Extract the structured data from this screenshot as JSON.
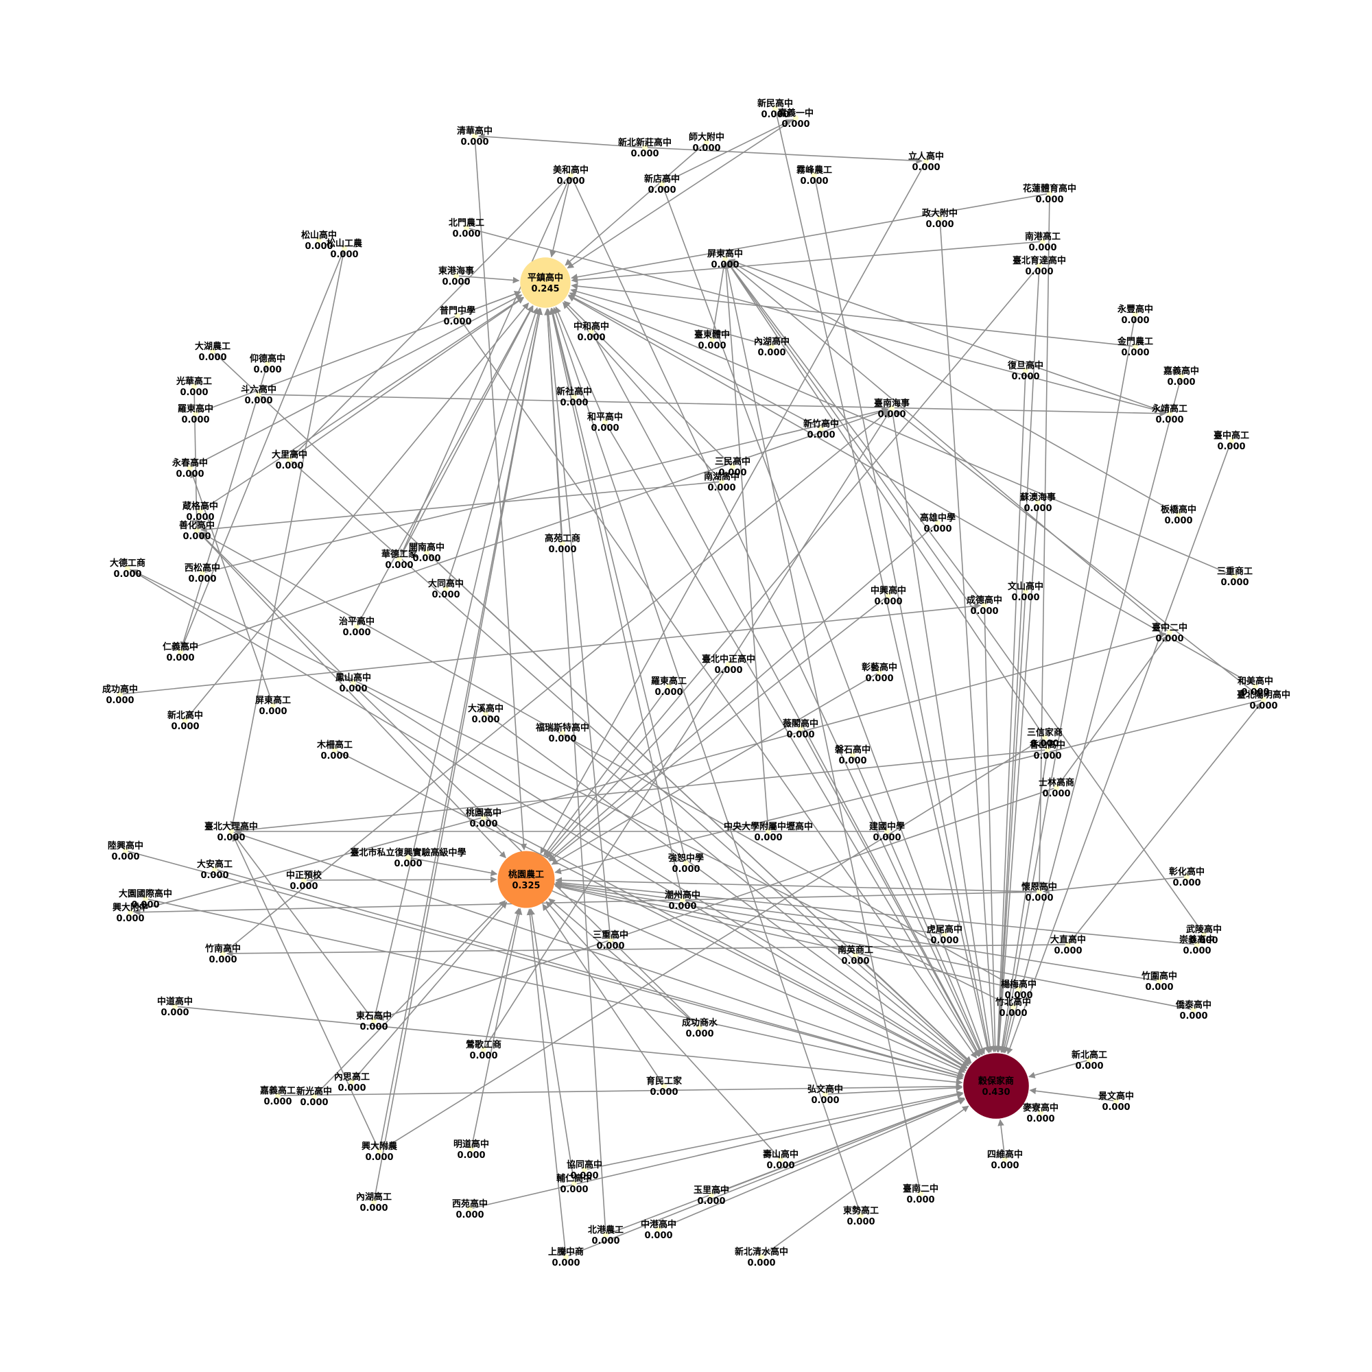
{
  "chart_data": {
    "type": "network",
    "title": "",
    "legend": "none",
    "colors": {
      "high": "#800026",
      "mid": "#fd8d3c",
      "low_mid": "#fee391",
      "zero": "#ffffcc",
      "edge": "#8c8c8c"
    },
    "nodes": [
      {
        "name": "新民高中",
        "score": "0.000"
      },
      {
        "name": "嘉義一中",
        "score": "0.000"
      },
      {
        "name": "師大附中",
        "score": "0.000"
      },
      {
        "name": "新北新莊高中",
        "score": "0.000"
      },
      {
        "name": "清華高中",
        "score": "0.000"
      },
      {
        "name": "立人高中",
        "score": "0.000"
      },
      {
        "name": "霧峰農工",
        "score": "0.000"
      },
      {
        "name": "美和高中",
        "score": "0.000"
      },
      {
        "name": "新店高中",
        "score": "0.000"
      },
      {
        "name": "花蓮體育高中",
        "score": "0.000"
      },
      {
        "name": "政大附中",
        "score": "0.000"
      },
      {
        "name": "北門農工",
        "score": "0.000"
      },
      {
        "name": "松山高中",
        "score": "0.000"
      },
      {
        "name": "松山工農",
        "score": "0.000"
      },
      {
        "name": "南港高工",
        "score": "0.000"
      },
      {
        "name": "屏東高中",
        "score": "0.000"
      },
      {
        "name": "臺北育達高中",
        "score": "0.000"
      },
      {
        "name": "東港海事",
        "score": "0.000"
      },
      {
        "name": "平鎮高中",
        "score": "0.245"
      },
      {
        "name": "普門中學",
        "score": "0.000"
      },
      {
        "name": "中和高中",
        "score": "0.000"
      },
      {
        "name": "永豐高中",
        "score": "0.000"
      },
      {
        "name": "金門農工",
        "score": "0.000"
      },
      {
        "name": "臺東體中",
        "score": "0.000"
      },
      {
        "name": "內湖高中",
        "score": "0.000"
      },
      {
        "name": "大湖農工",
        "score": "0.000"
      },
      {
        "name": "仰德高中",
        "score": "0.000"
      },
      {
        "name": "復旦高中",
        "score": "0.000"
      },
      {
        "name": "嘉義高中",
        "score": "0.000"
      },
      {
        "name": "光華高工",
        "score": "0.000"
      },
      {
        "name": "斗六高中",
        "score": "0.000"
      },
      {
        "name": "新社高中",
        "score": "0.000"
      },
      {
        "name": "臺南海事",
        "score": "0.000"
      },
      {
        "name": "羅東高中",
        "score": "0.000"
      },
      {
        "name": "和平高中",
        "score": "0.000"
      },
      {
        "name": "永靖高工",
        "score": "0.000"
      },
      {
        "name": "新竹高中",
        "score": "0.000"
      },
      {
        "name": "臺中高工",
        "score": "0.000"
      },
      {
        "name": "大里高中",
        "score": "0.000"
      },
      {
        "name": "永春高中",
        "score": "0.000"
      },
      {
        "name": "三民高中",
        "score": "0.000"
      },
      {
        "name": "南湖高中",
        "score": "0.000"
      },
      {
        "name": "蘇澳海事",
        "score": "0.000"
      },
      {
        "name": "蔵格高中",
        "score": "0.000"
      },
      {
        "name": "板橋高中",
        "score": "0.000"
      },
      {
        "name": "善化高中",
        "score": "0.000"
      },
      {
        "name": "高雄中學",
        "score": "0.000"
      },
      {
        "name": "高苑工商",
        "score": "0.000"
      },
      {
        "name": "開南高中",
        "score": "0.000"
      },
      {
        "name": "華德工家",
        "score": "0.000"
      },
      {
        "name": "大德工商",
        "score": "0.000"
      },
      {
        "name": "三重商工",
        "score": "0.000"
      },
      {
        "name": "西松高中",
        "score": "0.000"
      },
      {
        "name": "大同高中",
        "score": "0.000"
      },
      {
        "name": "文山高中",
        "score": "0.000"
      },
      {
        "name": "中興高中",
        "score": "0.000"
      },
      {
        "name": "成德高中",
        "score": "0.000"
      },
      {
        "name": "治平高中",
        "score": "0.000"
      },
      {
        "name": "臺中二中",
        "score": "0.000"
      },
      {
        "name": "仁義高中",
        "score": "0.000"
      },
      {
        "name": "臺北中正高中",
        "score": "0.000"
      },
      {
        "name": "彰藝高中",
        "score": "0.000"
      },
      {
        "name": "和美高中",
        "score": "0.000"
      },
      {
        "name": "鳳山高中",
        "score": "0.000"
      },
      {
        "name": "羅東高工",
        "score": "0.000"
      },
      {
        "name": "成功高中",
        "score": "0.000"
      },
      {
        "name": "屏東高工",
        "score": "0.000"
      },
      {
        "name": "臺北陽明高中",
        "score": "0.000"
      },
      {
        "name": "新北高中",
        "score": "0.000"
      },
      {
        "name": "大溪高中",
        "score": "0.000"
      },
      {
        "name": "薇閣高中",
        "score": "0.000"
      },
      {
        "name": "福瑞斯特高中",
        "score": "0.000"
      },
      {
        "name": "木柵高工",
        "score": "0.000"
      },
      {
        "name": "三信家商",
        "score": "0.000"
      },
      {
        "name": "香山高中",
        "score": "0.000"
      },
      {
        "name": "磐石高中",
        "score": "0.000"
      },
      {
        "name": "士林高商",
        "score": "0.000"
      },
      {
        "name": "桃園高中",
        "score": "0.000"
      },
      {
        "name": "中央大學附屬中壢高中",
        "score": "0.000"
      },
      {
        "name": "臺北大理高中",
        "score": "0.000"
      },
      {
        "name": "建國中學",
        "score": "0.000"
      },
      {
        "name": "陸興高中",
        "score": "0.000"
      },
      {
        "name": "臺北市私立復興實驗高級中學",
        "score": "0.000"
      },
      {
        "name": "桃園農工",
        "score": "0.325"
      },
      {
        "name": "強恕中學",
        "score": "0.000"
      },
      {
        "name": "大安高工",
        "score": "0.000"
      },
      {
        "name": "中正預校",
        "score": "0.000"
      },
      {
        "name": "彰化高中",
        "score": "0.000"
      },
      {
        "name": "潮州高中",
        "score": "0.000"
      },
      {
        "name": "大園國際高中",
        "score": "0.000"
      },
      {
        "name": "懷恩高中",
        "score": "0.000"
      },
      {
        "name": "興大附中",
        "score": "0.000"
      },
      {
        "name": "三重高中",
        "score": "0.000"
      },
      {
        "name": "虎尾高中",
        "score": "0.000"
      },
      {
        "name": "大直高中",
        "score": "0.000"
      },
      {
        "name": "武陵高中",
        "score": "0.000"
      },
      {
        "name": "竹南高中",
        "score": "0.000"
      },
      {
        "name": "南英商工",
        "score": "0.000"
      },
      {
        "name": "崇義高中",
        "score": "0.000"
      },
      {
        "name": "楊梅高中",
        "score": "0.000"
      },
      {
        "name": "竹圍高中",
        "score": "0.000"
      },
      {
        "name": "中道高中",
        "score": "0.000"
      },
      {
        "name": "竹北高中",
        "score": "0.000"
      },
      {
        "name": "僑泰高中",
        "score": "0.000"
      },
      {
        "name": "東石高中",
        "score": "0.000"
      },
      {
        "name": "成功商水",
        "score": "0.000"
      },
      {
        "name": "鶯歌工商",
        "score": "0.000"
      },
      {
        "name": "新北高工",
        "score": "0.000"
      },
      {
        "name": "內思高工",
        "score": "0.000"
      },
      {
        "name": "育民工家",
        "score": "0.000"
      },
      {
        "name": "穀保家商",
        "score": "0.430"
      },
      {
        "name": "嘉義高工",
        "score": "0.000"
      },
      {
        "name": "新光高中",
        "score": "0.000"
      },
      {
        "name": "弘文高中",
        "score": "0.000"
      },
      {
        "name": "景文高中",
        "score": "0.000"
      },
      {
        "name": "麥寮高中",
        "score": "0.000"
      },
      {
        "name": "明道高中",
        "score": "0.000"
      },
      {
        "name": "興大附農",
        "score": "0.000"
      },
      {
        "name": "壽山高中",
        "score": "0.000"
      },
      {
        "name": "四維高中",
        "score": "0.000"
      },
      {
        "name": "協同高中",
        "score": "0.000"
      },
      {
        "name": "輔仁高中",
        "score": "0.000"
      },
      {
        "name": "臺南二中",
        "score": "0.000"
      },
      {
        "name": "內湖高工",
        "score": "0.000"
      },
      {
        "name": "西苑高中",
        "score": "0.000"
      },
      {
        "name": "玉里高中",
        "score": "0.000"
      },
      {
        "name": "東勢高工",
        "score": "0.000"
      },
      {
        "name": "中港高中",
        "score": "0.000"
      },
      {
        "name": "北港農工",
        "score": "0.000"
      },
      {
        "name": "新北清水高中",
        "score": "0.000"
      },
      {
        "name": "上騰中商",
        "score": "0.000"
      }
    ],
    "edges": [
      [
        "清華高中",
        "桃園農工"
      ],
      [
        "美和高中",
        "平鎮高中"
      ],
      [
        "美和高中",
        "大里高中"
      ],
      [
        "美和高中",
        "華德工家"
      ],
      [
        "美和高中",
        "穀保家商"
      ],
      [
        "新店高中",
        "穀保家商"
      ],
      [
        "新店高中",
        "嘉義一中"
      ],
      [
        "霧峰農工",
        "穀保家商"
      ],
      [
        "新北新莊高中",
        "清華高中"
      ],
      [
        "新北新莊高中",
        "立人高中"
      ],
      [
        "師大附中",
        "平鎮高中"
      ],
      [
        "新民高中",
        "穀保家商"
      ],
      [
        "嘉義一中",
        "平鎮高中"
      ],
      [
        "立人高中",
        "桃園農工"
      ],
      [
        "花蓮體育高中",
        "平鎮高中"
      ],
      [
        "花蓮體育高中",
        "懷恩高中"
      ],
      [
        "政大附中",
        "穀保家商"
      ],
      [
        "北門農工",
        "永靖高工"
      ],
      [
        "松山工農",
        "臺北大理高中"
      ],
      [
        "松山工農",
        "仁義高中"
      ],
      [
        "南港高工",
        "平鎮高中"
      ],
      [
        "臺北育達高中",
        "穀保家商"
      ],
      [
        "臺北育達高中",
        "桃園農工"
      ],
      [
        "東港海事",
        "平鎮高中"
      ],
      [
        "普門中學",
        "平鎮高中"
      ],
      [
        "普門中學",
        "穀保家商"
      ],
      [
        "中和高中",
        "穀保家商"
      ],
      [
        "永豐高中",
        "穀保家商"
      ],
      [
        "金門農工",
        "平鎮高中"
      ],
      [
        "臺東體中",
        "屏東高中"
      ],
      [
        "內湖高中",
        "平鎮高中"
      ],
      [
        "大湖農工",
        "穀保家商"
      ],
      [
        "仰德高中",
        "仁義高中"
      ],
      [
        "復旦高中",
        "穀保家商"
      ],
      [
        "嘉義高中",
        "穀保家商"
      ],
      [
        "光華高工",
        "善化高中"
      ],
      [
        "斗六高中",
        "永靖高工"
      ],
      [
        "新社高中",
        "平鎮高中"
      ],
      [
        "臺南海事",
        "穀保家商"
      ],
      [
        "羅東高中",
        "平鎮高中"
      ],
      [
        "和平高中",
        "平鎮高中"
      ],
      [
        "和平高中",
        "穀保家商"
      ],
      [
        "永靖高工",
        "屏東高中"
      ],
      [
        "新竹高中",
        "平鎮高中"
      ],
      [
        "臺中高工",
        "穀保家商"
      ],
      [
        "大里高中",
        "平鎮高中"
      ],
      [
        "大里高中",
        "穀保家商"
      ],
      [
        "永春高中",
        "平鎮高中"
      ],
      [
        "三民高中",
        "平鎮高中"
      ],
      [
        "南湖高中",
        "平鎮高中"
      ],
      [
        "南湖高中",
        "善化高中"
      ],
      [
        "蘇澳海事",
        "穀保家商"
      ],
      [
        "蔵格高中",
        "平鎮高中"
      ],
      [
        "板橋高中",
        "屏東高中"
      ],
      [
        "善化高中",
        "桃園農工"
      ],
      [
        "高雄中學",
        "桃園農工"
      ],
      [
        "高苑工商",
        "平鎮高中"
      ],
      [
        "開南高中",
        "穀保家商"
      ],
      [
        "華德工家",
        "平鎮高中"
      ],
      [
        "大德工商",
        "穀保家商"
      ],
      [
        "三重商工",
        "平鎮高中"
      ],
      [
        "西松高中",
        "臺南海事"
      ],
      [
        "大同高中",
        "平鎮高中"
      ],
      [
        "文山高中",
        "穀保家商"
      ],
      [
        "中興高中",
        "桃園農工"
      ],
      [
        "成德高中",
        "穀保家商"
      ],
      [
        "治平高中",
        "平鎮高中"
      ],
      [
        "臺中二中",
        "屏東高中"
      ],
      [
        "仁義高中",
        "臺南海事"
      ],
      [
        "臺北中正高中",
        "桃園農工"
      ],
      [
        "彰藝高中",
        "桃園農工"
      ],
      [
        "和美高中",
        "平鎮高中"
      ],
      [
        "鳳山高中",
        "穀保家商"
      ],
      [
        "羅東高工",
        "桃園農工"
      ],
      [
        "成功高中",
        "成德高中"
      ],
      [
        "屏東高工",
        "永春高中"
      ],
      [
        "臺北陽明高中",
        "桃園農工"
      ],
      [
        "新北高中",
        "平鎮高中"
      ],
      [
        "大溪高中",
        "穀保家商"
      ],
      [
        "薇閣高中",
        "穀保家商"
      ],
      [
        "福瑞斯特高中",
        "穀保家商"
      ],
      [
        "木柵高工",
        "穀保家商"
      ],
      [
        "三信家商",
        "屏東高中"
      ],
      [
        "香山高中",
        "穀保家商"
      ],
      [
        "磐石高中",
        "穀保家商"
      ],
      [
        "士林高商",
        "臺中二中"
      ],
      [
        "桃園高中",
        "穀保家商"
      ],
      [
        "中央大學附屬中壢高中",
        "屏東高中"
      ],
      [
        "臺北大理高中",
        "穀保家商"
      ],
      [
        "建國中學",
        "臺北大理高中"
      ],
      [
        "陸興高中",
        "穀保家商"
      ],
      [
        "臺北市私立復興實驗高級中學",
        "桃園農工"
      ],
      [
        "桃園農工",
        "穀保家商"
      ],
      [
        "強恕中學",
        "平鎮高中"
      ],
      [
        "大安高工",
        "穀保家商"
      ],
      [
        "中正預校",
        "桃園農工"
      ],
      [
        "彰化高中",
        "懷恩高中"
      ],
      [
        "潮州高中",
        "平鎮高中"
      ],
      [
        "大園國際高中",
        "穀保家商"
      ],
      [
        "懷恩高中",
        "桃園農工"
      ],
      [
        "興大附中",
        "臺中二中"
      ],
      [
        "三重高中",
        "平鎮高中"
      ],
      [
        "虎尾高中",
        "桃園農工"
      ],
      [
        "大直高中",
        "臺北陽明高中"
      ],
      [
        "武陵高中",
        "屏東高中"
      ],
      [
        "竹南高中",
        "臺南海事"
      ],
      [
        "南英商工",
        "穀保家商"
      ],
      [
        "崇義高中",
        "桃園農工"
      ],
      [
        "楊梅高中",
        "桃園農工"
      ],
      [
        "竹圍高中",
        "桃園農工"
      ],
      [
        "中道高中",
        "穀保家商"
      ],
      [
        "竹北高中",
        "穀保家商"
      ],
      [
        "僑泰高中",
        "桃園農工"
      ],
      [
        "東石高中",
        "平鎮高中"
      ],
      [
        "成功商水",
        "桃園農工"
      ],
      [
        "鶯歌工商",
        "桃園農工"
      ],
      [
        "新北高工",
        "穀保家商"
      ],
      [
        "內思高工",
        "桃園農工"
      ],
      [
        "育民工家",
        "桃園農工"
      ],
      [
        "嘉義高工",
        "穀保家商"
      ],
      [
        "新光高中",
        "桃園農工"
      ],
      [
        "弘文高中",
        "穀保家商"
      ],
      [
        "景文高中",
        "穀保家商"
      ],
      [
        "麥寮高中",
        "穀保家商"
      ],
      [
        "明道高中",
        "桃園農工"
      ],
      [
        "興大附農",
        "平鎮高中"
      ],
      [
        "壽山高中",
        "桃園農工"
      ],
      [
        "四維高中",
        "穀保家商"
      ],
      [
        "協同高中",
        "穀保家商"
      ],
      [
        "輔仁高中",
        "桃園農工"
      ],
      [
        "臺南二中",
        "屏東高中"
      ],
      [
        "內湖高工",
        "平鎮高中"
      ],
      [
        "西苑高中",
        "穀保家商"
      ],
      [
        "玉里高中",
        "穀保家商"
      ],
      [
        "東勢高工",
        "平鎮高中"
      ],
      [
        "中港高中",
        "穀保家商"
      ],
      [
        "北港農工",
        "穀保家商"
      ],
      [
        "新北清水高中",
        "穀保家商"
      ],
      [
        "上騰中商",
        "桃園農工"
      ],
      [
        "上騰中商",
        "穀保家商"
      ],
      [
        "北港農工",
        "平鎮高中"
      ],
      [
        "興大附農",
        "臺北大理高中"
      ],
      [
        "鶯歌工商",
        "臺南海事"
      ],
      [
        "東石高中",
        "臺北大理高中"
      ],
      [
        "成功商水",
        "善化高中"
      ],
      [
        "竹北高中",
        "大德工商"
      ],
      [
        "楊梅高中",
        "善化高中"
      ],
      [
        "大直高中",
        "竹南高中"
      ],
      [
        "懷恩高中",
        "興大附中"
      ],
      [
        "士林高商",
        "東石高中"
      ],
      [
        "三信家商",
        "興大附農"
      ],
      [
        "香山高中",
        "臺北大理高中"
      ],
      [
        "臺北陽明高中",
        "臺南海事"
      ],
      [
        "成德高中",
        "屏東高中"
      ]
    ]
  }
}
